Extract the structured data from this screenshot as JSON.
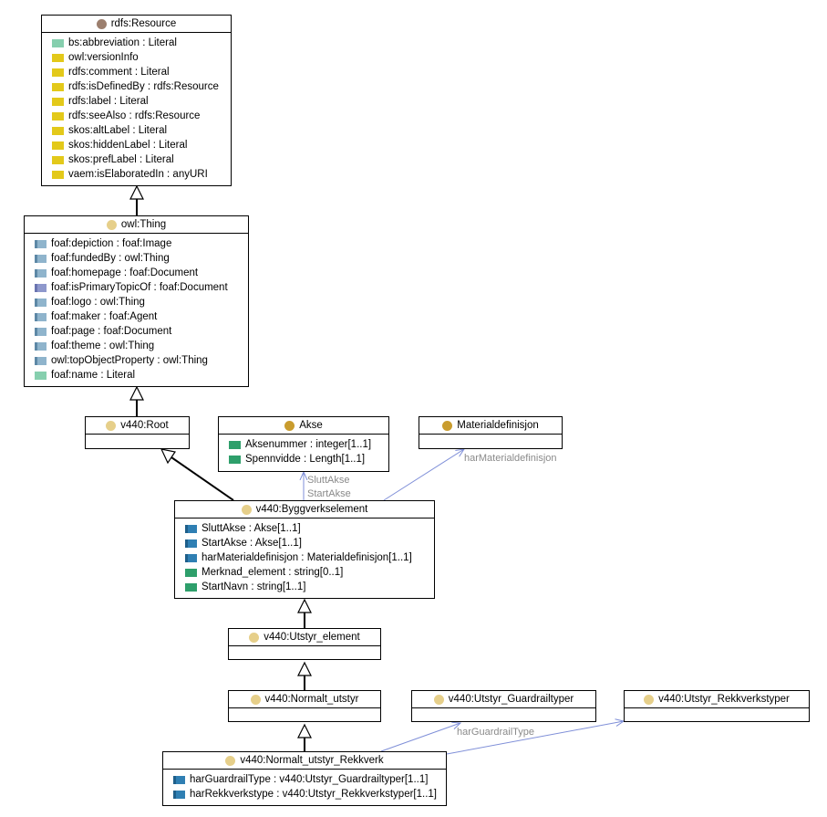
{
  "colors": {
    "resource_dot": "#9c7f6e",
    "class_dot": "#e6cf8a",
    "akse_dot": "#c99c2e",
    "generalization": "#000000",
    "association": "#7f8fd8"
  },
  "classes": {
    "resource": {
      "name": "rdfs:Resource",
      "attrs": [
        {
          "text": "bs:abbreviation : Literal",
          "icon": "literal-icon"
        },
        {
          "text": "owl:versionInfo",
          "icon": "annotation-icon"
        },
        {
          "text": "rdfs:comment : Literal",
          "icon": "annotation-icon"
        },
        {
          "text": "rdfs:isDefinedBy : rdfs:Resource",
          "icon": "annotation-icon"
        },
        {
          "text": "rdfs:label : Literal",
          "icon": "annotation-icon"
        },
        {
          "text": "rdfs:seeAlso : rdfs:Resource",
          "icon": "annotation-icon"
        },
        {
          "text": "skos:altLabel : Literal",
          "icon": "annotation-icon"
        },
        {
          "text": "skos:hiddenLabel : Literal",
          "icon": "annotation-icon"
        },
        {
          "text": "skos:prefLabel : Literal",
          "icon": "annotation-icon"
        },
        {
          "text": "vaem:isElaboratedIn : anyURI",
          "icon": "annotation-icon"
        }
      ]
    },
    "thing": {
      "name": "owl:Thing",
      "attrs": [
        {
          "text": "foaf:depiction : foaf:Image",
          "icon": "object-property-icon"
        },
        {
          "text": "foaf:fundedBy : owl:Thing",
          "icon": "object-property-icon"
        },
        {
          "text": "foaf:homepage : foaf:Document",
          "icon": "object-property-icon"
        },
        {
          "text": "foaf:isPrimaryTopicOf : foaf:Document",
          "icon": "inverse-property-icon"
        },
        {
          "text": "foaf:logo : owl:Thing",
          "icon": "object-property-icon"
        },
        {
          "text": "foaf:maker : foaf:Agent",
          "icon": "object-property-icon"
        },
        {
          "text": "foaf:page : foaf:Document",
          "icon": "object-property-icon"
        },
        {
          "text": "foaf:theme : owl:Thing",
          "icon": "object-property-icon"
        },
        {
          "text": "owl:topObjectProperty : owl:Thing",
          "icon": "object-property-icon"
        },
        {
          "text": "foaf:name : Literal",
          "icon": "literal-icon"
        }
      ]
    },
    "root": {
      "name": "v440:Root"
    },
    "akse": {
      "name": "Akse",
      "attrs": [
        {
          "text": "Aksenummer : integer[1..1]",
          "icon": "datatype-property-icon"
        },
        {
          "text": "Spennvidde : Length[1..1]",
          "icon": "datatype-property-icon"
        }
      ]
    },
    "materialdef": {
      "name": "Materialdefinisjon"
    },
    "byggverk": {
      "name": "v440:Byggverkselement",
      "attrs": [
        {
          "text": "SluttAkse : Akse[1..1]",
          "icon": "reference-icon"
        },
        {
          "text": "StartAkse : Akse[1..1]",
          "icon": "reference-icon"
        },
        {
          "text": "harMaterialdefinisjon : Materialdefinisjon[1..1]",
          "icon": "reference-icon"
        },
        {
          "text": "Merknad_element : string[0..1]",
          "icon": "datatype-property-icon"
        },
        {
          "text": "StartNavn : string[1..1]",
          "icon": "datatype-property-icon"
        }
      ]
    },
    "utstyr_el": {
      "name": "v440:Utstyr_element"
    },
    "normalt": {
      "name": "v440:Normalt_utstyr"
    },
    "guardtyper": {
      "name": "v440:Utstyr_Guardrailtyper"
    },
    "rekktyper": {
      "name": "v440:Utstyr_Rekkverkstyper"
    },
    "normrekk": {
      "name": "v440:Normalt_utstyr_Rekkverk",
      "attrs": [
        {
          "text": "harGuardrailType : v440:Utstyr_Guardrailtyper[1..1]",
          "icon": "reference-icon"
        },
        {
          "text": "harRekkverkstype : v440:Utstyr_Rekkverkstyper[1..1]",
          "icon": "reference-icon"
        }
      ]
    }
  },
  "edge_labels": {
    "slutt_akse": "SluttAkse",
    "start_akse": "StartAkse",
    "har_material": "harMaterialdefinisjon",
    "har_guardrail": "harGuardrailType"
  }
}
